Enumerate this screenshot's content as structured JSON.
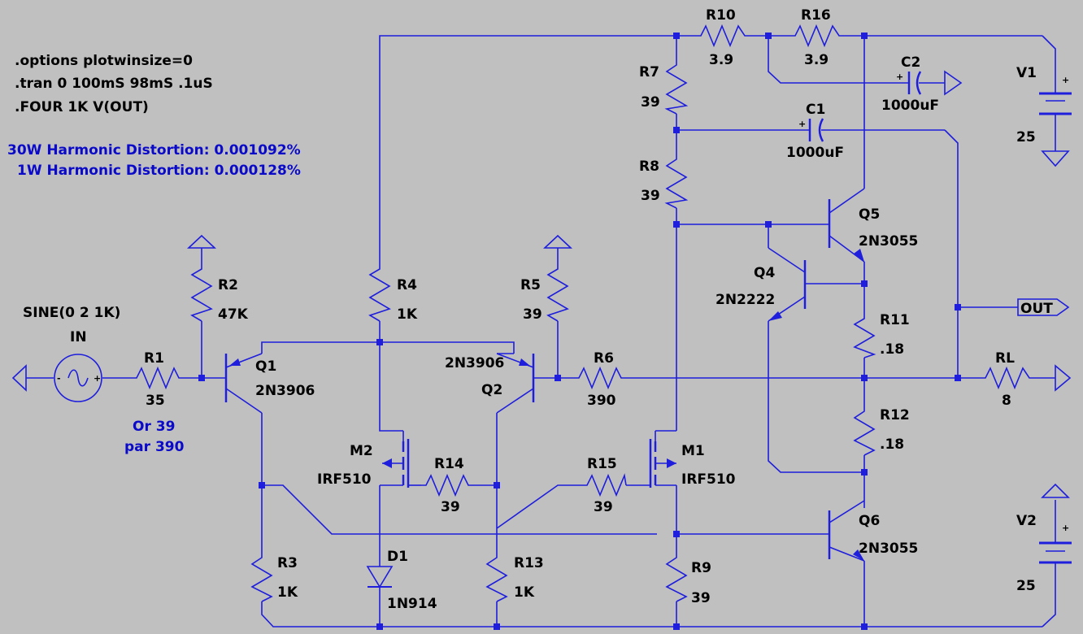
{
  "directives": [
    ".options plotwinsize=0",
    ".tran 0 100mS 98mS .1uS",
    ".FOUR 1K V(OUT)"
  ],
  "notes": {
    "distortion_30w": "30W Harmonic Distortion: 0.001092%",
    "distortion_1w": "1W Harmonic Distortion: 0.000128%",
    "r1_alt_line1": "Or 39",
    "r1_alt_line2": "par 390"
  },
  "source": {
    "spec": "SINE(0 2 1K)",
    "name": "IN"
  },
  "components": {
    "R1": {
      "name": "R1",
      "value": "35"
    },
    "R2": {
      "name": "R2",
      "value": "47K"
    },
    "R3": {
      "name": "R3",
      "value": "1K"
    },
    "R4": {
      "name": "R4",
      "value": "1K"
    },
    "R5": {
      "name": "R5",
      "value": "39"
    },
    "R6": {
      "name": "R6",
      "value": "390"
    },
    "R7": {
      "name": "R7",
      "value": "39"
    },
    "R8": {
      "name": "R8",
      "value": "39"
    },
    "R9": {
      "name": "R9",
      "value": "39"
    },
    "R10": {
      "name": "R10",
      "value": "3.9"
    },
    "R11": {
      "name": "R11",
      "value": ".18"
    },
    "R12": {
      "name": "R12",
      "value": ".18"
    },
    "R13": {
      "name": "R13",
      "value": "1K"
    },
    "R14": {
      "name": "R14",
      "value": "39"
    },
    "R15": {
      "name": "R15",
      "value": "39"
    },
    "R16": {
      "name": "R16",
      "value": "3.9"
    },
    "RL": {
      "name": "RL",
      "value": "8"
    },
    "C1": {
      "name": "C1",
      "value": "1000uF"
    },
    "C2": {
      "name": "C2",
      "value": "1000uF"
    },
    "Q1": {
      "name": "Q1",
      "value": "2N3906"
    },
    "Q2": {
      "name": "Q2",
      "value": "2N3906"
    },
    "Q4": {
      "name": "Q4",
      "value": "2N2222"
    },
    "Q5": {
      "name": "Q5",
      "value": "2N3055"
    },
    "Q6": {
      "name": "Q6",
      "value": "2N3055"
    },
    "M1": {
      "name": "M1",
      "value": "IRF510"
    },
    "M2": {
      "name": "M2",
      "value": "IRF510"
    },
    "D1": {
      "name": "D1",
      "value": "1N914"
    },
    "V1": {
      "name": "V1",
      "value": "25"
    },
    "V2": {
      "name": "V2",
      "value": "25"
    }
  },
  "ports": {
    "out": "OUT"
  },
  "symbols": {
    "plus": "+",
    "minus": "-"
  },
  "colors": {
    "background": "#c0c0c0",
    "wire": "#1e1edc",
    "note": "#0a0ac8",
    "text": "#000000"
  }
}
